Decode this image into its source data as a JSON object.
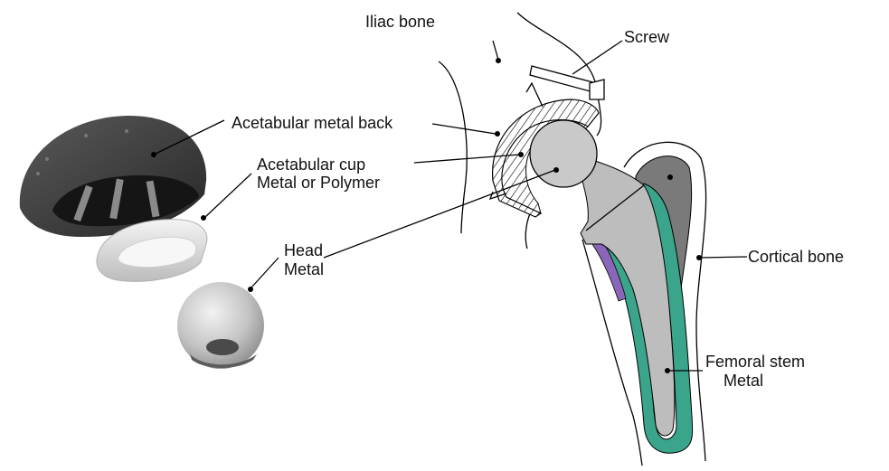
{
  "labels": {
    "iliac_bone": "Iliac bone",
    "screw": "Screw",
    "acetabular_metal_back": "Acetabular metal back",
    "acetabular_cup_line1": "Acetabular cup",
    "acetabular_cup_line2": "Metal or Polymer",
    "head_line1": "Head",
    "head_line2": "Metal",
    "cortical_bone": "Cortical bone",
    "femoral_stem_line1": "Femoral stem",
    "femoral_stem_line2": "Metal"
  },
  "colors": {
    "metal_back": "#3d3d3d",
    "cup": "#dcdcdc",
    "head": "#c9c9c9",
    "stem": "#bdbdbd",
    "cement": "#3aa58a",
    "purple_layer": "#8a66b8",
    "cortical": "#7a7a7a"
  }
}
